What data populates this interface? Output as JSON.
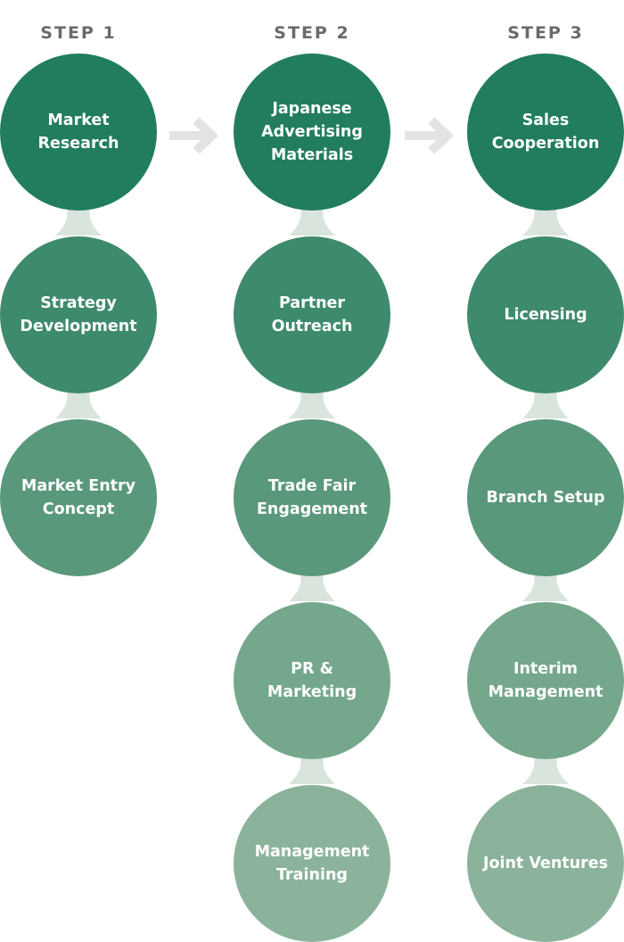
{
  "colors": {
    "step_title": "#6a6a6a",
    "arrow": "#e3e3e3",
    "connector": "#d8e4dc",
    "shades": [
      "#217d5e",
      "#3e8a6c",
      "#5a987b",
      "#74a78b",
      "#8bb39b"
    ]
  },
  "steps": [
    {
      "title": "STEP 1",
      "items": [
        {
          "label": "Market\nResearch",
          "shade": 0
        },
        {
          "label": "Strategy\nDevelopment",
          "shade": 1
        },
        {
          "label": "Market Entry\nConcept",
          "shade": 2
        }
      ]
    },
    {
      "title": "STEP 2",
      "items": [
        {
          "label": "Japanese\nAdvertising\nMaterials",
          "shade": 0
        },
        {
          "label": "Partner\nOutreach",
          "shade": 1
        },
        {
          "label": "Trade Fair\nEngagement",
          "shade": 2
        },
        {
          "label": "PR & Marketing",
          "shade": 3
        },
        {
          "label": "Management\nTraining",
          "shade": 4
        }
      ]
    },
    {
      "title": "STEP 3",
      "items": [
        {
          "label": "Sales\nCooperation",
          "shade": 0
        },
        {
          "label": "Licensing",
          "shade": 1
        },
        {
          "label": "Branch Setup",
          "shade": 2
        },
        {
          "label": "Interim\nManagement",
          "shade": 3
        },
        {
          "label": "Joint Ventures",
          "shade": 4
        }
      ]
    }
  ],
  "arrows": [
    {
      "from_step": 1,
      "to_step": 2
    },
    {
      "from_step": 2,
      "to_step": 3
    }
  ]
}
